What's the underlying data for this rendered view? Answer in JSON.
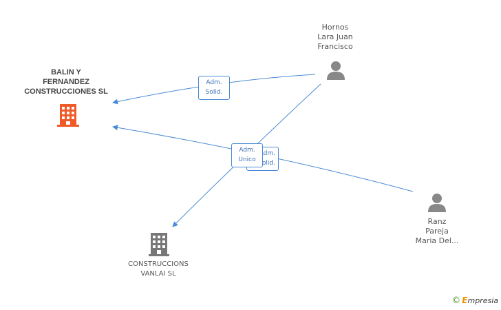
{
  "colors": {
    "edge": "#4a8ad4",
    "main_company": "#f05a28",
    "company": "#777777",
    "person": "#888888"
  },
  "nodes": {
    "main_company": {
      "label_lines": [
        "BALIN Y",
        "FERNANDEZ",
        "CONSTRUCCIONES SL"
      ],
      "icon": "building-icon"
    },
    "company_vanlai": {
      "label_lines": [
        "CONSTRUCCIONS",
        "VANLAI SL"
      ],
      "icon": "building-icon"
    },
    "person_hornos": {
      "label_lines": [
        "Hornos",
        "Lara Juan",
        "Francisco"
      ],
      "icon": "person-icon"
    },
    "person_ranz": {
      "label_lines": [
        "Ranz",
        "Pareja",
        "Maria Del..."
      ],
      "icon": "person-icon"
    }
  },
  "edges": [
    {
      "from": "person_hornos",
      "to": "main_company",
      "label_lines": [
        "Adm.",
        "Solid."
      ]
    },
    {
      "from": "person_ranz",
      "to": "main_company",
      "label_lines": [
        "Adm.",
        "Solid."
      ]
    },
    {
      "from": "person_hornos",
      "to": "company_vanlai",
      "label_lines": [
        "Adm.",
        "Unico"
      ]
    }
  ],
  "brand": {
    "copyright_symbol": "©",
    "initial": "E",
    "rest": "mpresia"
  }
}
